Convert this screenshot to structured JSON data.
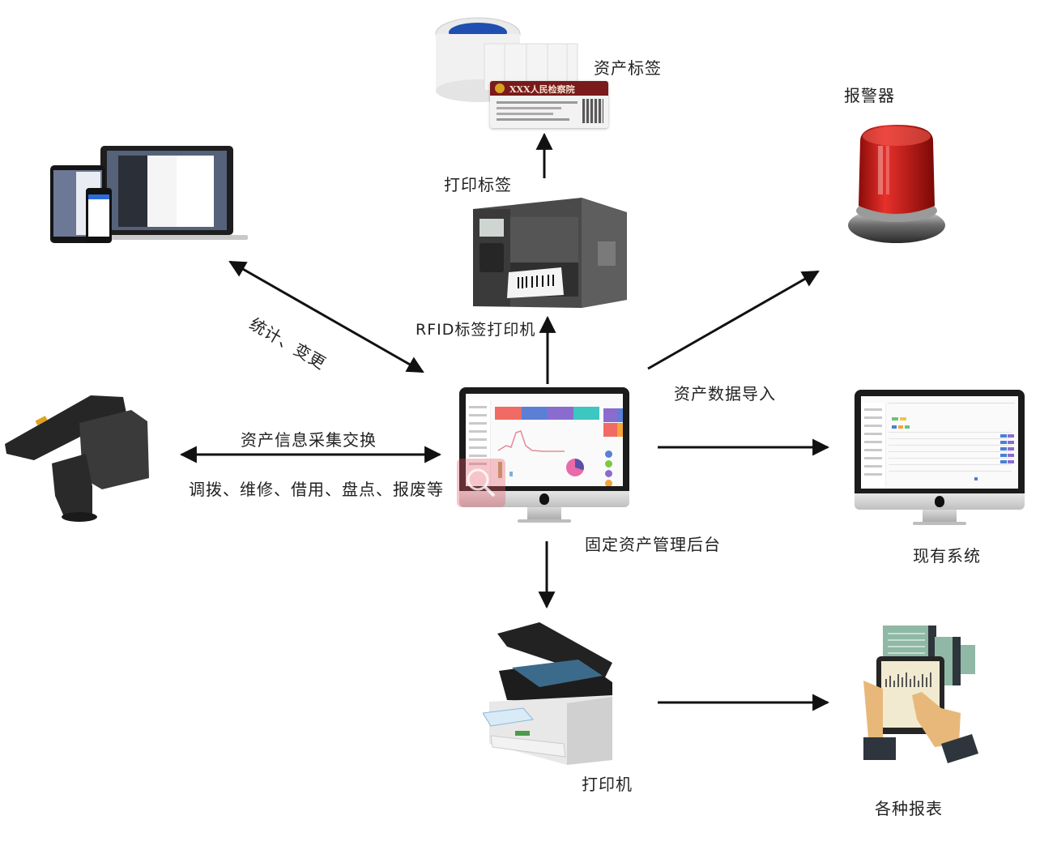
{
  "diagram": {
    "title": "RFID固定资产管理系统架构",
    "center": {
      "label": "固定资产管理后台",
      "icon": "monitor-dashboard-icon"
    },
    "nodes": [
      {
        "id": "asset-tag",
        "label": "资产标签",
        "icon": "label-roll-icon"
      },
      {
        "id": "rfid-printer",
        "label": "RFID标签打印机",
        "icon": "label-printer-icon"
      },
      {
        "id": "alarm",
        "label": "报警器",
        "icon": "alarm-beacon-icon"
      },
      {
        "id": "devices",
        "label": "",
        "icon": "multi-device-icon"
      },
      {
        "id": "handheld",
        "label": "",
        "icon": "rfid-handheld-reader-icon"
      },
      {
        "id": "existing-system",
        "label": "现有系统",
        "icon": "monitor-icon"
      },
      {
        "id": "printer",
        "label": "打印机",
        "icon": "office-printer-icon"
      },
      {
        "id": "reports",
        "label": "各种报表",
        "icon": "report-tablet-icon"
      }
    ],
    "edges": [
      {
        "from": "rfid-printer",
        "to": "asset-tag",
        "label": "打印标签",
        "direction": "forward"
      },
      {
        "from": "center",
        "to": "rfid-printer",
        "label": "",
        "direction": "forward"
      },
      {
        "from": "center",
        "to": "devices",
        "label": "统计、变更",
        "direction": "both"
      },
      {
        "from": "center",
        "to": "handheld",
        "label": "资产信息采集交换",
        "sublabel": "调拨、维修、借用、盘点、报废等",
        "direction": "both"
      },
      {
        "from": "center",
        "to": "alarm",
        "label": "",
        "direction": "forward"
      },
      {
        "from": "center",
        "to": "existing-system",
        "label": "资产数据导入",
        "direction": "forward"
      },
      {
        "from": "center",
        "to": "printer",
        "label": "",
        "direction": "forward"
      },
      {
        "from": "printer",
        "to": "reports",
        "label": "",
        "direction": "forward"
      }
    ],
    "tag_card": {
      "header": "XXX人民检察院",
      "header_color": "#7a1a1a",
      "emblem_color": "#d8a020"
    },
    "colors": {
      "arrow": "#111111",
      "alarm_red": "#d8201c",
      "dash_red": "#ef6b63",
      "dash_blue": "#5b7fd6",
      "dash_purple": "#8a6ccf",
      "dash_teal": "#3cc7c0",
      "dash_orange": "#f3a43a",
      "report_green": "#8fb8a6",
      "hand_skin": "#e8b87a"
    }
  }
}
